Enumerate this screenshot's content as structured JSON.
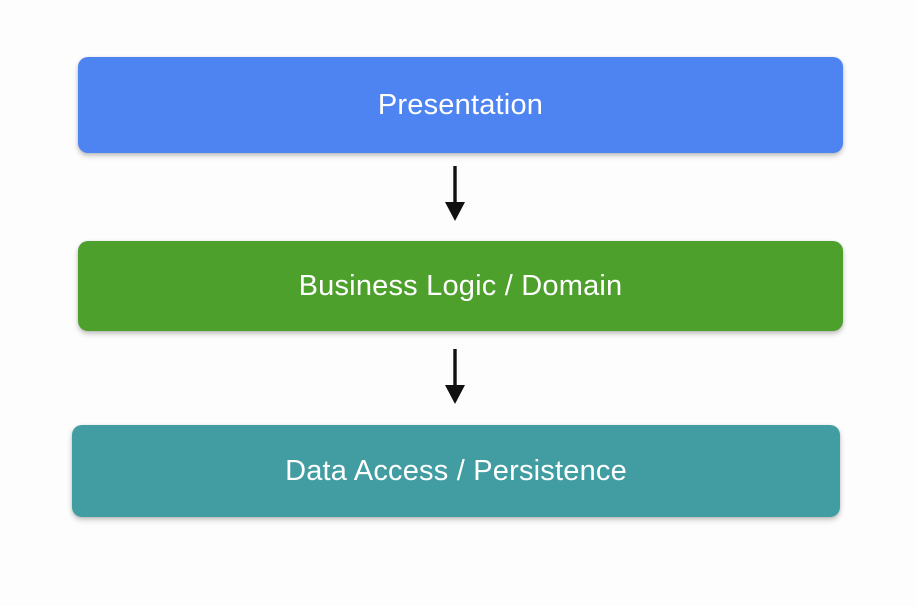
{
  "diagram": {
    "type": "layered-architecture",
    "title": "",
    "background_color": "#fdfdfd",
    "layers": [
      {
        "id": "presentation",
        "label": "Presentation",
        "color": "#4d84f2",
        "text_color": "#ffffff",
        "order": 1
      },
      {
        "id": "business-logic",
        "label": "Business Logic / Domain",
        "color": "#4ea02d",
        "text_color": "#ffffff",
        "order": 2
      },
      {
        "id": "data-access",
        "label": "Data Access / Persistence",
        "color": "#429da2",
        "text_color": "#ffffff",
        "order": 3
      }
    ],
    "connectors": [
      {
        "id": "presentation-to-business",
        "from": "presentation",
        "to": "business-logic",
        "direction": "down",
        "color": "#111111"
      },
      {
        "id": "business-to-data",
        "from": "business-logic",
        "to": "data-access",
        "direction": "down",
        "color": "#111111"
      }
    ]
  }
}
